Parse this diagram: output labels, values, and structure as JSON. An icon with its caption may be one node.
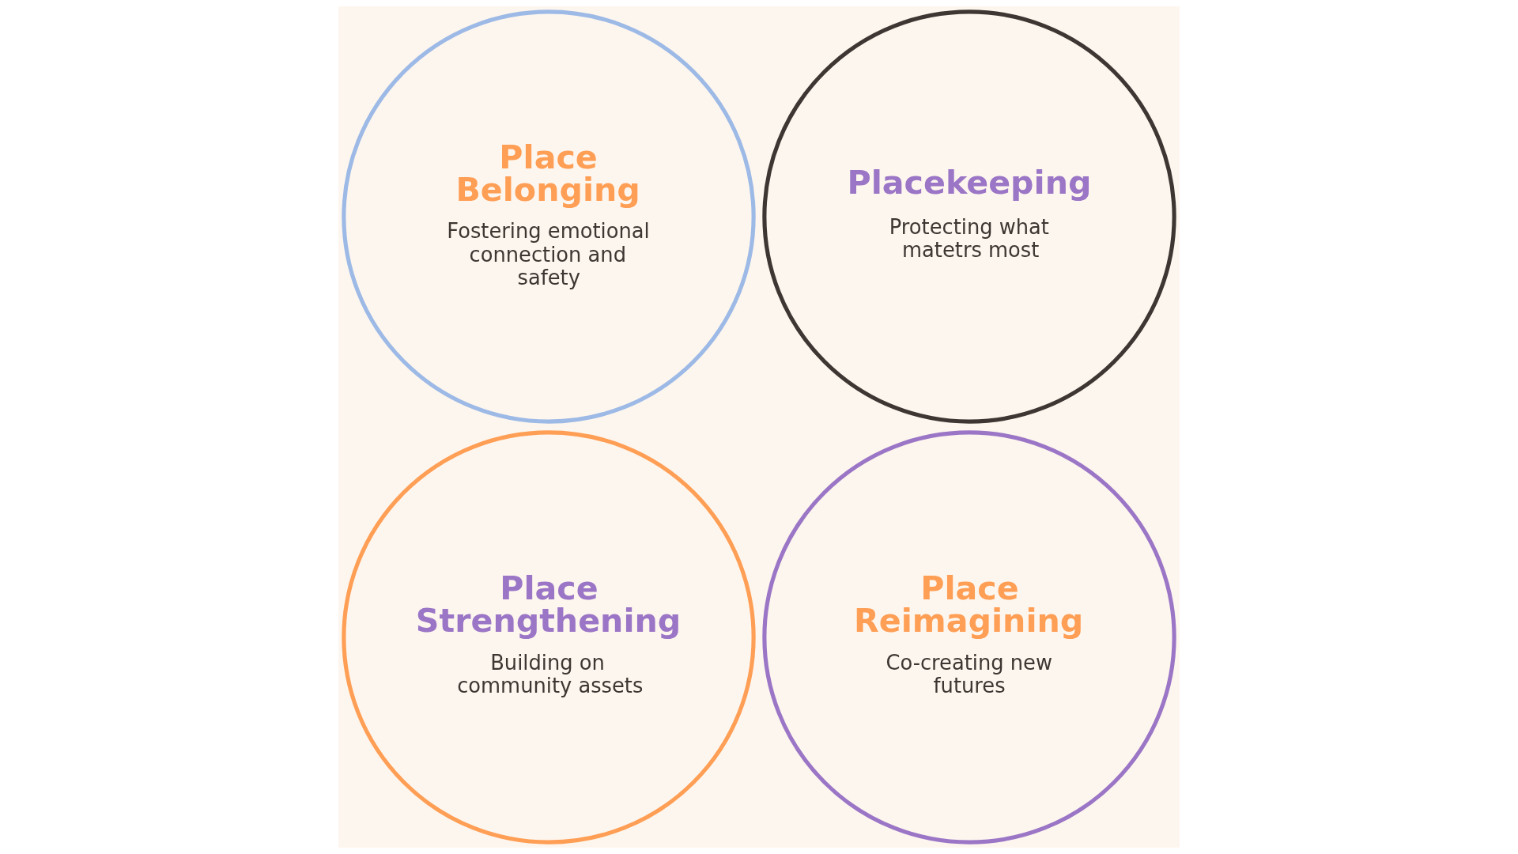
{
  "diagram": {
    "nodes": [
      {
        "text": [
          "Place Belonging",
          "Fostering emotional connection and safety"
        ]
      },
      {
        "text": [
          "Placekeeping",
          "Protecting what matetrs most"
        ]
      },
      {
        "text": [
          "Place Strengthening",
          "Building on community assets"
        ]
      },
      {
        "text": [
          "Place Reimagining",
          "Co-creating new futures"
        ]
      }
    ],
    "edges": []
  }
}
